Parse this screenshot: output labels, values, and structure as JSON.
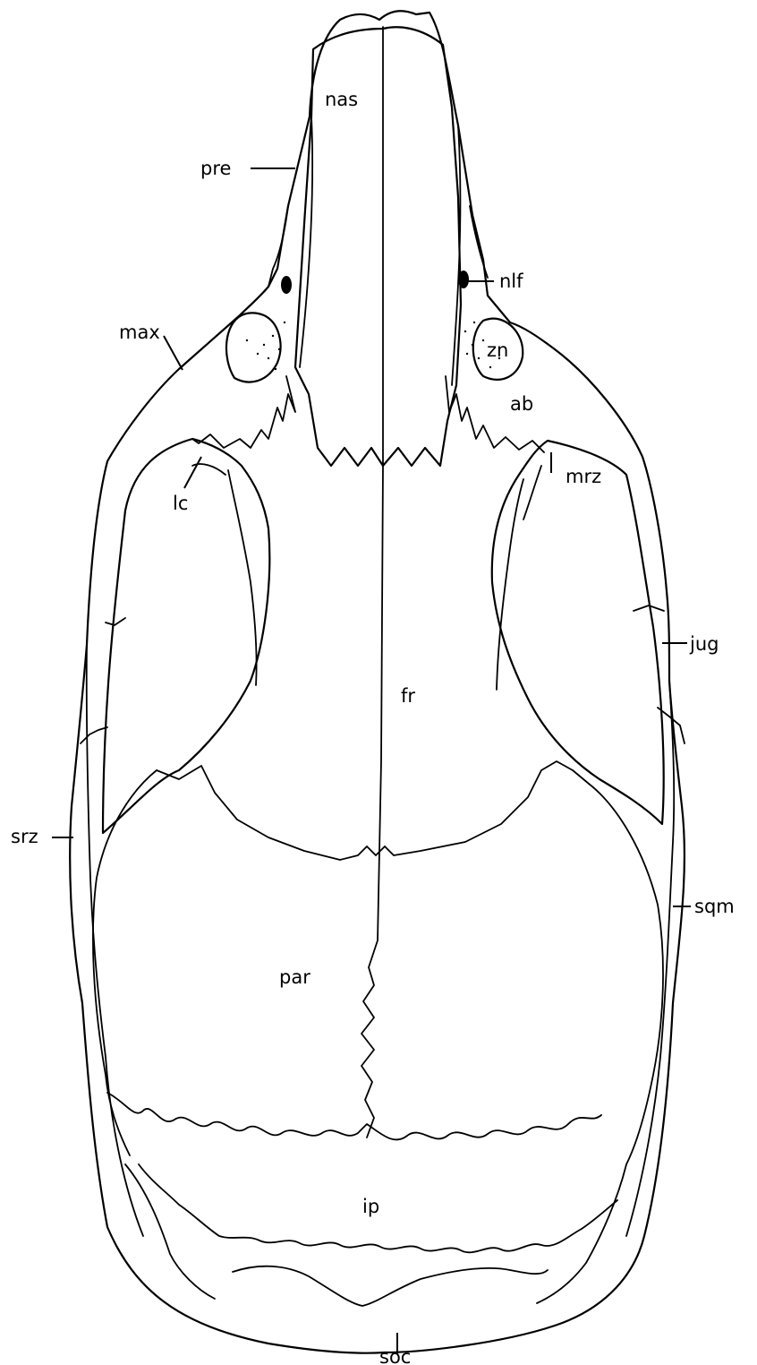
{
  "labels": {
    "nas": "nas",
    "pre": "pre",
    "nlf": "nlf",
    "max": "max",
    "zn": "zn",
    "ab": "ab",
    "lc": "lc",
    "mrz": "mrz",
    "jug": "jug",
    "fr": "fr",
    "srz": "srz",
    "sqm": "sqm",
    "par": "par",
    "ip": "ip",
    "soc": "soc"
  },
  "colors": {
    "line": "#000000",
    "background": "#ffffff"
  }
}
